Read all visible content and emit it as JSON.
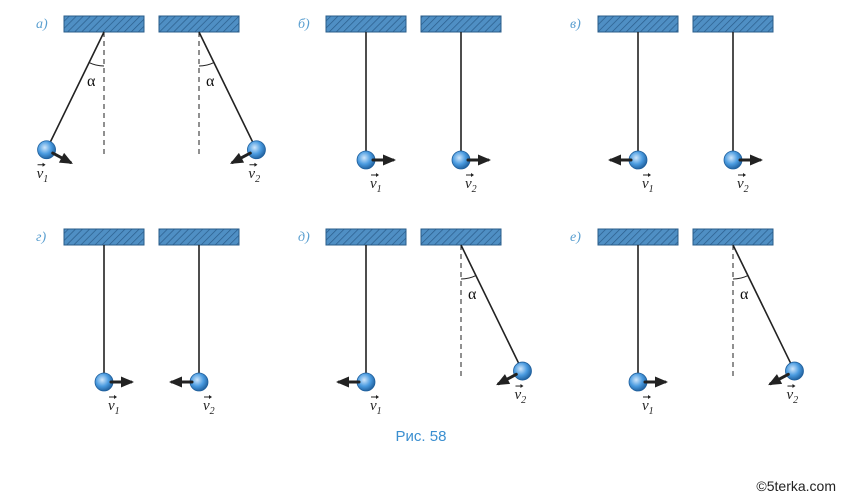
{
  "figure": {
    "caption": "Рис. 58",
    "watermark": "©5terka.com",
    "angle_label": "α",
    "velocity_symbol": "v",
    "colors": {
      "ceiling": "#4f8fc4",
      "bob": "#4a9be0",
      "label": "#5a9fd0",
      "caption": "#3b8fd0"
    }
  },
  "panels": [
    {
      "label": "а)",
      "left": {
        "state": "deflected-left",
        "velocity": "right-down",
        "sub": "1"
      },
      "right": {
        "state": "deflected-right",
        "velocity": "left-down",
        "sub": "2"
      }
    },
    {
      "label": "б)",
      "left": {
        "state": "vertical",
        "velocity": "right",
        "sub": "1"
      },
      "right": {
        "state": "vertical",
        "velocity": "right",
        "sub": "2"
      }
    },
    {
      "label": "в)",
      "left": {
        "state": "vertical",
        "velocity": "left",
        "sub": "1"
      },
      "right": {
        "state": "vertical",
        "velocity": "right",
        "sub": "2"
      }
    },
    {
      "label": "г)",
      "left": {
        "state": "vertical",
        "velocity": "right",
        "sub": "1"
      },
      "right": {
        "state": "vertical",
        "velocity": "left",
        "sub": "2"
      }
    },
    {
      "label": "д)",
      "left": {
        "state": "vertical",
        "velocity": "left",
        "sub": "1"
      },
      "right": {
        "state": "deflected-right",
        "velocity": "left-down",
        "sub": "2"
      }
    },
    {
      "label": "е)",
      "left": {
        "state": "vertical",
        "velocity": "right",
        "sub": "1"
      },
      "right": {
        "state": "deflected-right",
        "velocity": "left-down",
        "sub": "2"
      }
    }
  ]
}
